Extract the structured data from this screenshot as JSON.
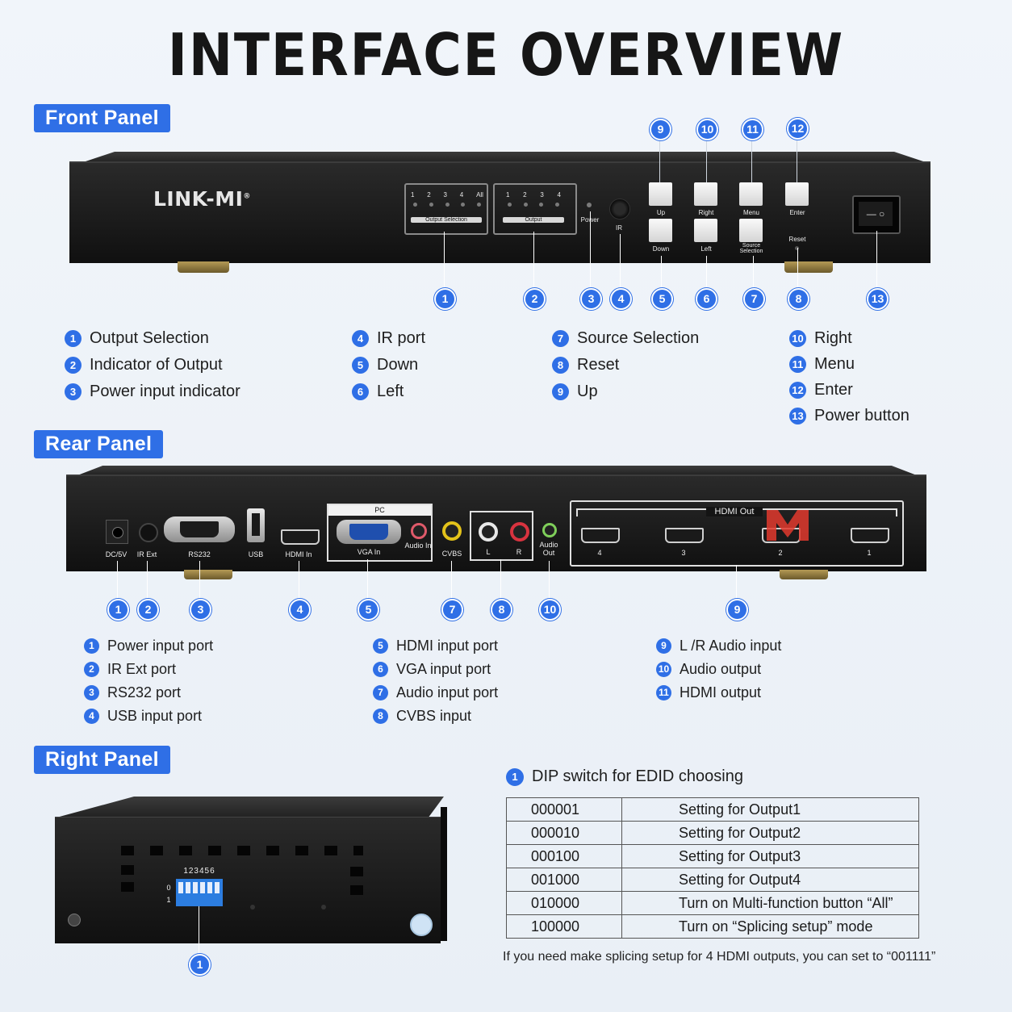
{
  "title": "INTERFACE OVERVIEW",
  "front": {
    "tag": "Front Panel",
    "brand": "LINK-MI",
    "brand_mark": "®",
    "out_sel_nums": [
      "1",
      "2",
      "3",
      "4",
      "All"
    ],
    "out_sel_label": "Output Selection",
    "output_nums": [
      "1",
      "2",
      "3",
      "4"
    ],
    "output_label": "Output",
    "power_label": "Power",
    "ir_label": "IR",
    "keys": {
      "up": "Up",
      "right": "Right",
      "menu": "Menu",
      "enter": "Enter",
      "down": "Down",
      "left": "Left",
      "source": "Source Selection",
      "reset": "Reset"
    },
    "switch_glyph": "— ○",
    "callouts": [
      "1",
      "2",
      "3",
      "4",
      "5",
      "6",
      "7",
      "8",
      "9",
      "10",
      "11",
      "12",
      "13"
    ],
    "legend": [
      {
        "n": "1",
        "text": "Output Selection"
      },
      {
        "n": "2",
        "text": "Indicator of Output"
      },
      {
        "n": "3",
        "text": "Power input indicator"
      },
      {
        "n": "4",
        "text": "IR port"
      },
      {
        "n": "5",
        "text": "Down"
      },
      {
        "n": "6",
        "text": "Left"
      },
      {
        "n": "7",
        "text": "Source Selection"
      },
      {
        "n": "8",
        "text": "Reset"
      },
      {
        "n": "9",
        "text": "Up"
      },
      {
        "n": "10",
        "text": "Right"
      },
      {
        "n": "11",
        "text": "Menu"
      },
      {
        "n": "12",
        "text": "Enter"
      },
      {
        "n": "13",
        "text": "Power button"
      }
    ]
  },
  "rear": {
    "tag": "Rear Panel",
    "ports": {
      "dc": "DC/5V",
      "irext": "IR Ext",
      "rs232": "RS232",
      "usb": "USB",
      "hdmi_in": "HDMI In",
      "pc": "PC",
      "vga_in": "VGA In",
      "audio_in": "Audio In",
      "cvbs": "CVBS",
      "l": "L",
      "r": "R",
      "audio_out": "Audio Out",
      "hdmi_out": "HDMI Out",
      "out4": "4",
      "out3": "3",
      "out2": "2",
      "out1": "1"
    },
    "callouts": [
      "1",
      "2",
      "3",
      "4",
      "5",
      "7",
      "8",
      "10",
      "9"
    ],
    "legend": [
      {
        "n": "1",
        "text": "Power input port"
      },
      {
        "n": "2",
        "text": "IR Ext port"
      },
      {
        "n": "3",
        "text": "RS232 port"
      },
      {
        "n": "4",
        "text": "USB input port"
      },
      {
        "n": "5",
        "text": "HDMI input port"
      },
      {
        "n": "6",
        "text": "VGA input port"
      },
      {
        "n": "7",
        "text": "Audio input port"
      },
      {
        "n": "8",
        "text": "CVBS input"
      },
      {
        "n": "9",
        "text": "L /R Audio input"
      },
      {
        "n": "10",
        "text": "Audio output"
      },
      {
        "n": "11",
        "text": "HDMI output"
      }
    ]
  },
  "right": {
    "tag": "Right Panel",
    "dip_nums": "123456",
    "dip_0": "0",
    "dip_1": "1",
    "callout": "1",
    "dip_heading_num": "1",
    "dip_heading": "DIP switch for EDID choosing",
    "table": [
      {
        "code": "000001",
        "desc": "Setting for Output1"
      },
      {
        "code": "000010",
        "desc": "Setting for Output2"
      },
      {
        "code": "000100",
        "desc": "Setting for Output3"
      },
      {
        "code": "001000",
        "desc": "Setting for Output4"
      },
      {
        "code": "010000",
        "desc": "Turn on Multi-function button “All”"
      },
      {
        "code": "100000",
        "desc": "Turn on “Splicing setup” mode"
      }
    ],
    "note": "If you need make splicing setup for 4 HDMI outputs, you can set to “001111”"
  },
  "colors": {
    "accent": "#2f6fe6",
    "device": "#151515"
  }
}
